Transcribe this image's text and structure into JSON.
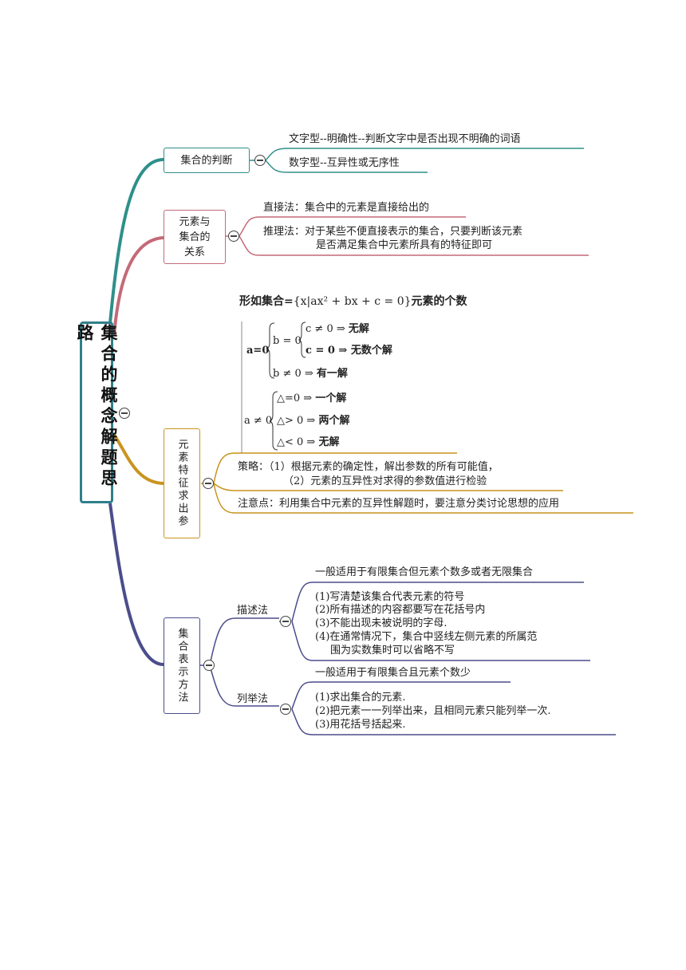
{
  "root": {
    "title": "集合的概念解题思路"
  },
  "colors": {
    "teal": "#2f8f8a",
    "pink": "#c46a78",
    "gold": "#c9941f",
    "navy": "#4b4d8c",
    "root_border": "#2f7f8a"
  },
  "branch1": {
    "title": "集合的判断",
    "items": [
      "文字型--明确性--判断文字中是否出现不明确的词语",
      "数字型--互异性或无序性"
    ]
  },
  "branch2": {
    "title": "元素与集合的关系",
    "direct": "直接法：集合中的元素是直接给出的",
    "infer_1": "推理法：对于某些不便直接表示的集合，只要判断该元素",
    "infer_2": "是否满足集合中元素所具有的特征即可"
  },
  "branch3": {
    "title": "元素特征求出参",
    "formula": {
      "heading_pre": "形如集合=",
      "set_expr": "{x|ax² + bx + c = 0}",
      "heading_post": "元素的个数",
      "a0": "a=0",
      "b0": "b = 0",
      "c_ne": "c ≠ 0 ⇒ ",
      "c_ne_res": "无解",
      "c_eq": "c = 0 ⇒ ",
      "c_eq_res": "无数个解",
      "b_ne": "b ≠ 0 ⇒ ",
      "b_ne_res": "有一解",
      "a_ne": "a ≠ 0",
      "d_eq": "△=0 ⇒ ",
      "d_eq_res": "一个解",
      "d_gt": "△> 0 ⇒ ",
      "d_gt_res": "两个解",
      "d_lt": "△< 0 ⇒ ",
      "d_lt_res": "无解"
    },
    "strategy_1": "策略：（1）根据元素的确定性，解出参数的所有可能值，",
    "strategy_2": "（2）元素的互异性对求得的参数值进行检验",
    "note": "注意点：利用集合中元素的互异性解题时，要注意分类讨论思想的应用"
  },
  "branch4": {
    "title": "集合表示方法",
    "describe": {
      "label": "描述法",
      "summary": "一般适用于有限集合但元素个数多或者无限集合",
      "steps": [
        "(1)写清楚该集合代表元素的符号",
        "(2)所有描述的内容都要写在花括号内",
        "(3)不能出现未被说明的字母.",
        "(4)在通常情况下，集合中竖线左侧元素的所属范",
        "围为实数集时可以省略不写"
      ]
    },
    "enumerate": {
      "label": "列举法",
      "summary": "一般适用于有限集合且元素个数少",
      "steps": [
        "(1)求出集合的元素.",
        "(2)把元素一一列举出来，且相同元素只能列举一次.",
        "(3)用花括号括起来."
      ]
    }
  }
}
